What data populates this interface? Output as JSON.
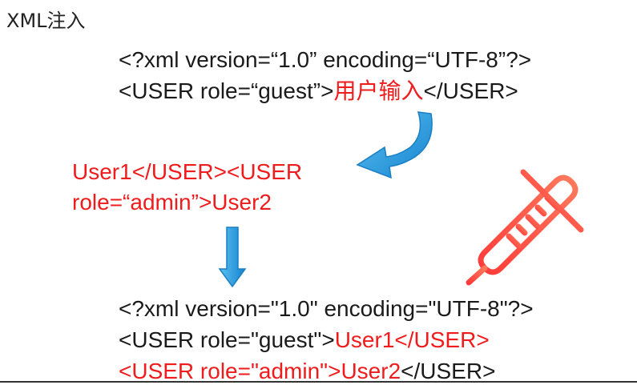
{
  "title": "XML注入",
  "original": {
    "line1": "<?xml version=“1.0” encoding=“UTF-8”?>",
    "line2_prefix": "<USER role=“guest”>",
    "line2_input": "用户输入",
    "line2_suffix": "</USER>"
  },
  "payload": {
    "line1": "User1</USER><USER",
    "line2": "role=“admin”>User2"
  },
  "result": {
    "line1": "<?xml version=\"1.0\" encoding=\"UTF-8\"?>",
    "line2_prefix": "<USER role=\"guest\">",
    "line2_red": "User1</USER>",
    "line3_red": "<USER role=\"admin\">User2",
    "line3_suffix": "</USER>"
  },
  "colors": {
    "text": "#1a1a1a",
    "highlight": "#ee1c1c",
    "arrow": "#1e9be0",
    "thermometer": "#f04a4a"
  },
  "icons": {
    "curved_arrow": "curved-arrow-down-left-icon",
    "down_arrow": "arrow-down-icon",
    "thermometer": "thermometer-icon"
  }
}
